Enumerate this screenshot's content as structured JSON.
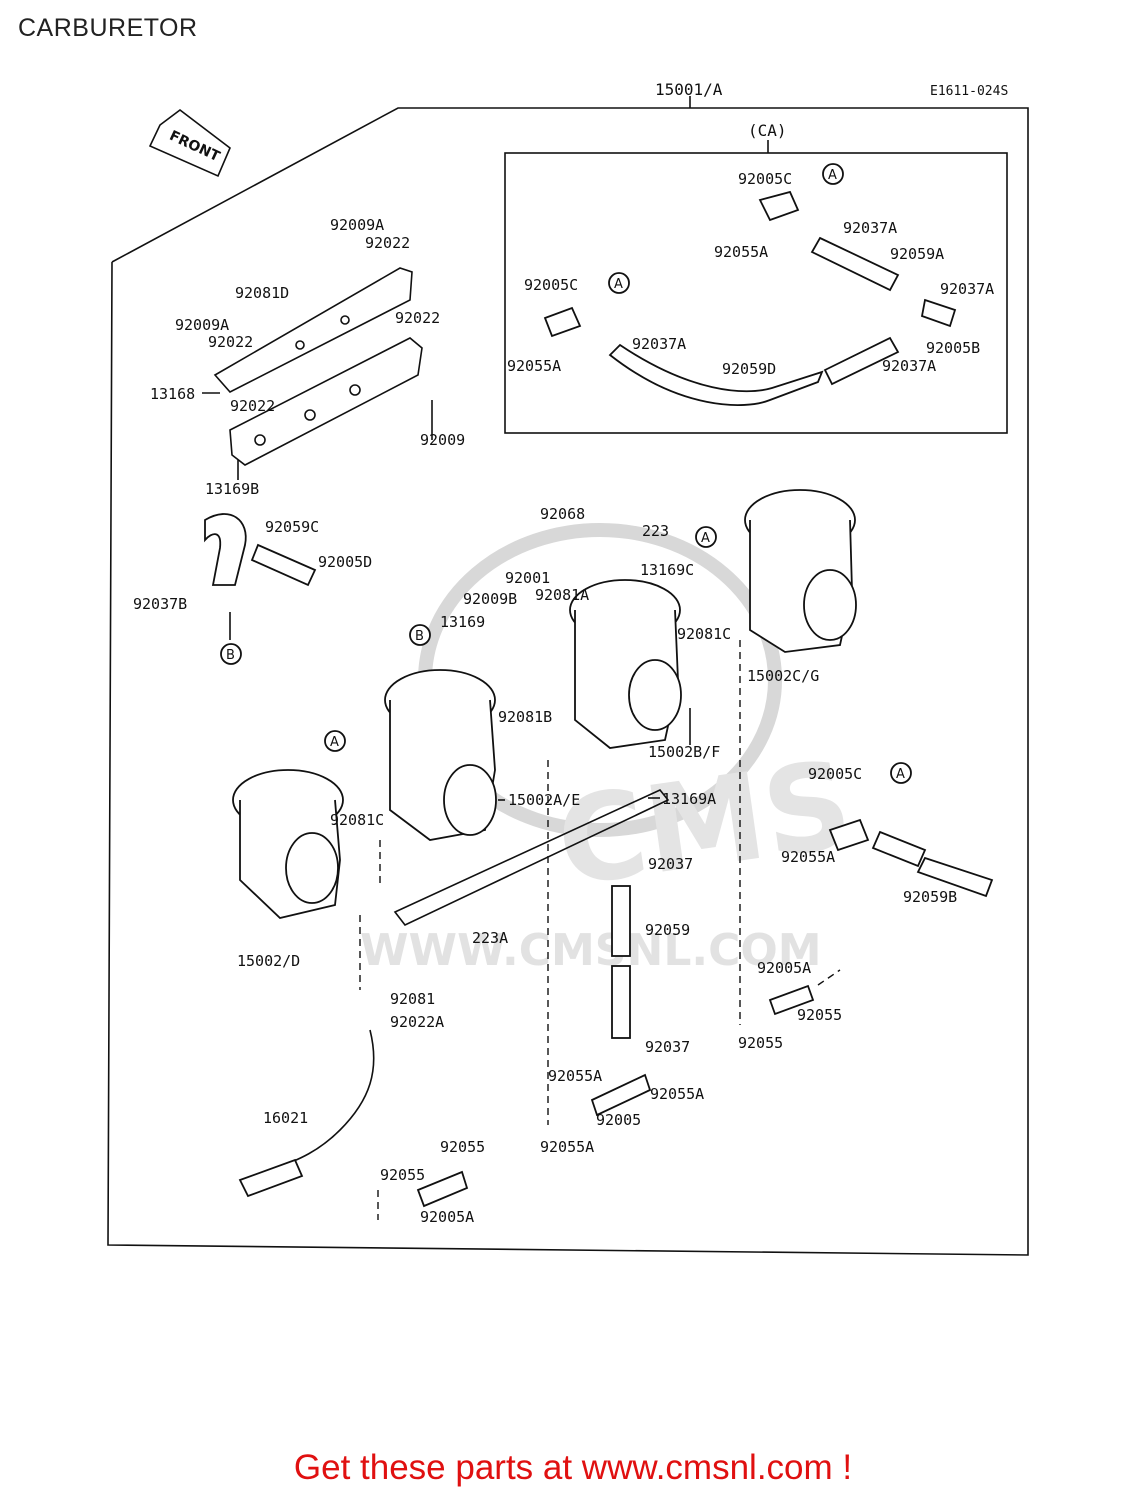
{
  "title": "CARBURETOR",
  "diagram_code": "E1611-024S",
  "front_label": "FRONT",
  "ca_label": "(CA)",
  "marker_a": "A",
  "marker_b": "B",
  "watermark": "WWW.CMSNL.COM",
  "watermark_logo": "CMS",
  "cta": "Get these parts at www.cmsnl.com !",
  "callouts": [
    "15001/A",
    "92005C",
    "92037A",
    "92055A",
    "92059A",
    "92005C",
    "92037A",
    "92005B",
    "92055A",
    "92037A",
    "92059D",
    "92037A",
    "92009A",
    "92022",
    "92081D",
    "92022",
    "92009A",
    "92022",
    "13168",
    "92022",
    "92009",
    "13169B",
    "92059C",
    "92005D",
    "92037B",
    "92068",
    "223",
    "13169C",
    "92001",
    "92009B",
    "92081A",
    "13169",
    "92081C",
    "92081B",
    "15002C/G",
    "15002B/F",
    "15002A/E",
    "13169A",
    "92081C",
    "92005C",
    "92055A",
    "92059B",
    "92037",
    "92059",
    "15002/D",
    "223A",
    "92005A",
    "92055",
    "92055",
    "92081",
    "92022A",
    "92037",
    "92055A",
    "92055A",
    "92005",
    "92055A",
    "16021",
    "92055",
    "92055",
    "92005A"
  ]
}
